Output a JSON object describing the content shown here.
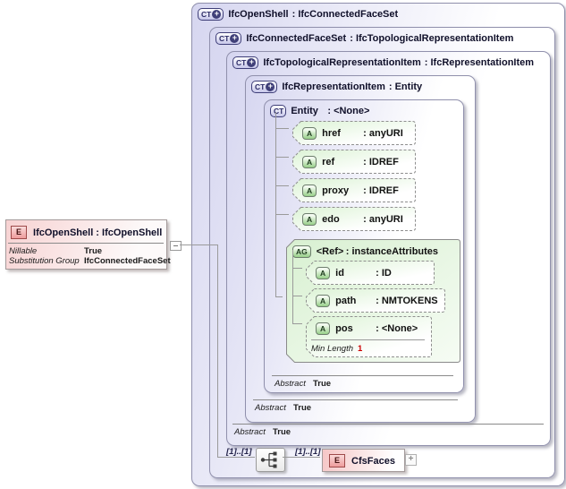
{
  "icons": {
    "complex_type": "CT",
    "attribute": "A",
    "attribute_group": "AG",
    "element": "E",
    "plus": "+",
    "expand": "+"
  },
  "element_box": {
    "title": "IfcOpenShell : IfcOpenShell",
    "rows": [
      {
        "label": "Nillable",
        "value": "True"
      },
      {
        "label": "Substitution Group",
        "value": "IfcConnectedFaceSet"
      }
    ]
  },
  "boxes": {
    "b1": {
      "name": "IfcOpenShell",
      "type": ": IfcConnectedFaceSet"
    },
    "b2": {
      "name": "IfcConnectedFaceSet",
      "type": ": IfcTopologicalRepresentationItem"
    },
    "b3": {
      "name": "IfcTopologicalRepresentationItem",
      "type": ": IfcRepresentationItem",
      "abstract_label": "Abstract",
      "abstract_value": "True"
    },
    "b4": {
      "name": "IfcRepresentationItem",
      "type": ": Entity",
      "abstract_label": "Abstract",
      "abstract_value": "True"
    },
    "b5": {
      "name": "Entity",
      "type": ": <None>",
      "abstract_label": "Abstract",
      "abstract_value": "True"
    }
  },
  "attributes": [
    {
      "name": "href",
      "type": ": anyURI"
    },
    {
      "name": "ref",
      "type": ": IDREF"
    },
    {
      "name": "proxy",
      "type": ": IDREF"
    },
    {
      "name": "edo",
      "type": ": anyURI"
    }
  ],
  "attribute_group": {
    "name": "<Ref>",
    "type": ": instanceAttributes",
    "attrs": [
      {
        "name": "id",
        "type": ": ID"
      },
      {
        "name": "path",
        "type": ": NMTOKENS"
      },
      {
        "name": "pos",
        "type": ": <None>",
        "facet_label": "Min Length",
        "facet_value": "1"
      }
    ]
  },
  "content_model": {
    "cardinality_left": "[1]..[1]",
    "cardinality_right": "[1]..[1]",
    "element_name": "CfsFaces"
  }
}
